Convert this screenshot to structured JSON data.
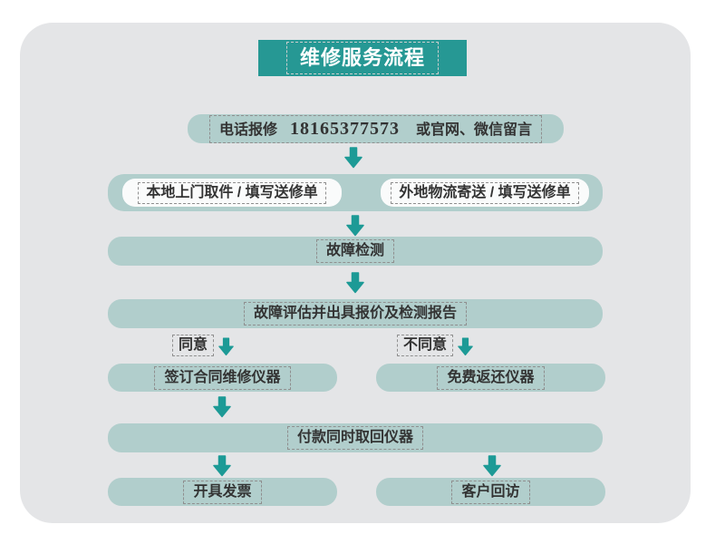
{
  "title": "维修服务流程",
  "steps": {
    "report": {
      "prefix": "电话报修",
      "phone": "18165377573",
      "suffix": "或官网、微信留言"
    },
    "delivery_local": "本地上门取件 / 填写送修单",
    "delivery_remote": "外地物流寄送 / 填写送修单",
    "detect": "故障检测",
    "evaluate": "故障评估并出具报价及检测报告",
    "agree": "同意",
    "disagree": "不同意",
    "sign_contract": "签订合同维修仪器",
    "free_return": "免费返还仪器",
    "pay_and_pickup": "付款同时取回仪器",
    "invoice": "开具发票",
    "customer_visit": "客户回访"
  },
  "colors": {
    "banner": "#269894",
    "box": "#b1cecc",
    "arrow": "#1d9a96",
    "panel": "#e4e5e7"
  }
}
